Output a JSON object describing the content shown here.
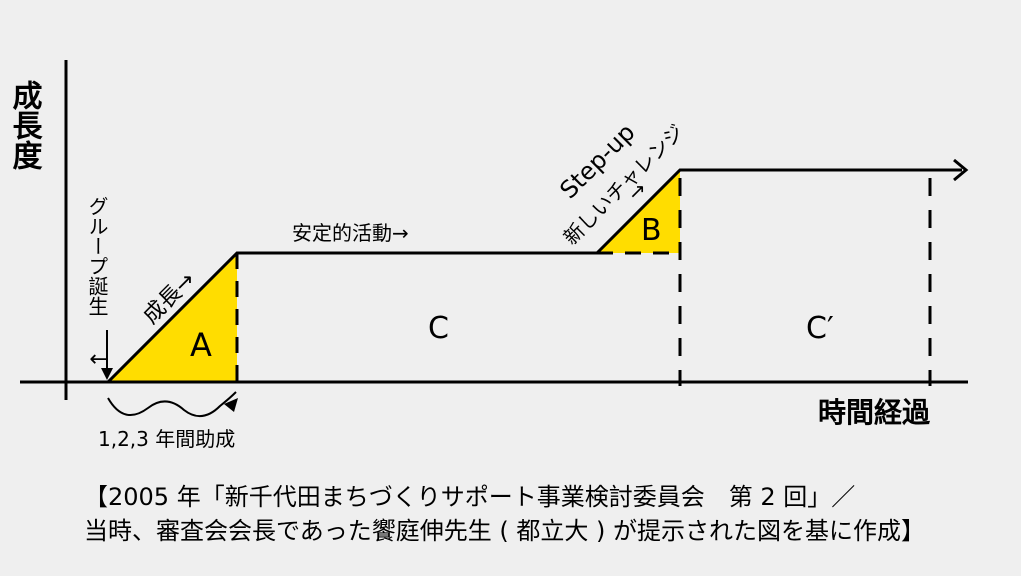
{
  "diagram": {
    "y_axis_label": "成長度",
    "x_axis_label": "時間経過",
    "birth_label_vertical": "グループ誕生",
    "birth_arrow": "↓",
    "growth_label": "成長→",
    "activity_label": "安定的活動→",
    "stepup_line1": "Step-up",
    "stepup_line2": "新しいチャレンジ",
    "stepup_line3": "→",
    "region_a": "A",
    "region_b": "B",
    "region_c": "C",
    "region_c_prime": "C′",
    "subsidy_label": "1,2,3 年間助成",
    "colors": {
      "highlight": "#ffdd00",
      "line": "#000000",
      "background": "#efefef"
    }
  },
  "caption": {
    "line1": "【2005 年「新千代田まちづくりサポート事業検討委員会　第 2 回」／",
    "line2": "当時、審査会会長であった饗庭伸先生 ( 都立大 ) が提示された図を基に作成】"
  }
}
